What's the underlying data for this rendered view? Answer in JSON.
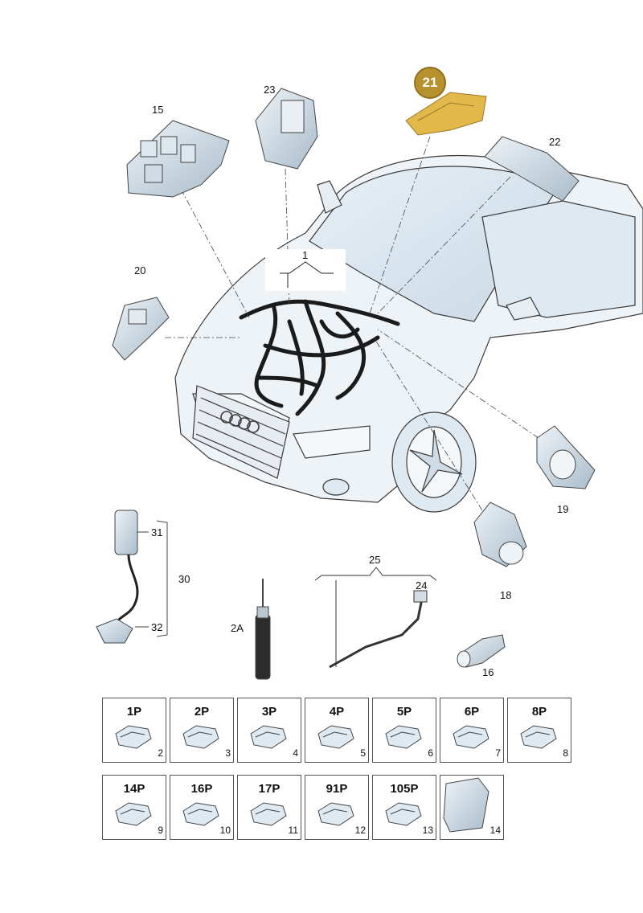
{
  "labels": {
    "p1": "1",
    "p15": "15",
    "p23": "23",
    "p22": "22",
    "p20": "20",
    "p19": "19",
    "p18": "18",
    "p31": "31",
    "p30": "30",
    "p32": "32",
    "p2A": "2A",
    "p25": "25",
    "p24": "24",
    "p16": "16"
  },
  "callout": {
    "label": "21",
    "color": "#b8912f"
  },
  "tiles_row1": [
    {
      "title": "1P",
      "num": "2"
    },
    {
      "title": "2P",
      "num": "3"
    },
    {
      "title": "3P",
      "num": "4"
    },
    {
      "title": "4P",
      "num": "5"
    },
    {
      "title": "5P",
      "num": "6"
    },
    {
      "title": "6P",
      "num": "7"
    },
    {
      "title": "8P",
      "num": "8"
    }
  ],
  "tiles_row2": [
    {
      "title": "14P",
      "num": "9"
    },
    {
      "title": "16P",
      "num": "10"
    },
    {
      "title": "17P",
      "num": "11"
    },
    {
      "title": "91P",
      "num": "12"
    },
    {
      "title": "105P",
      "num": "13"
    },
    {
      "title": "",
      "num": "14"
    }
  ],
  "colors": {
    "car_tint": "#dfe9f1",
    "harness": "#1b1b1b",
    "highlight": "#e2b84a"
  }
}
